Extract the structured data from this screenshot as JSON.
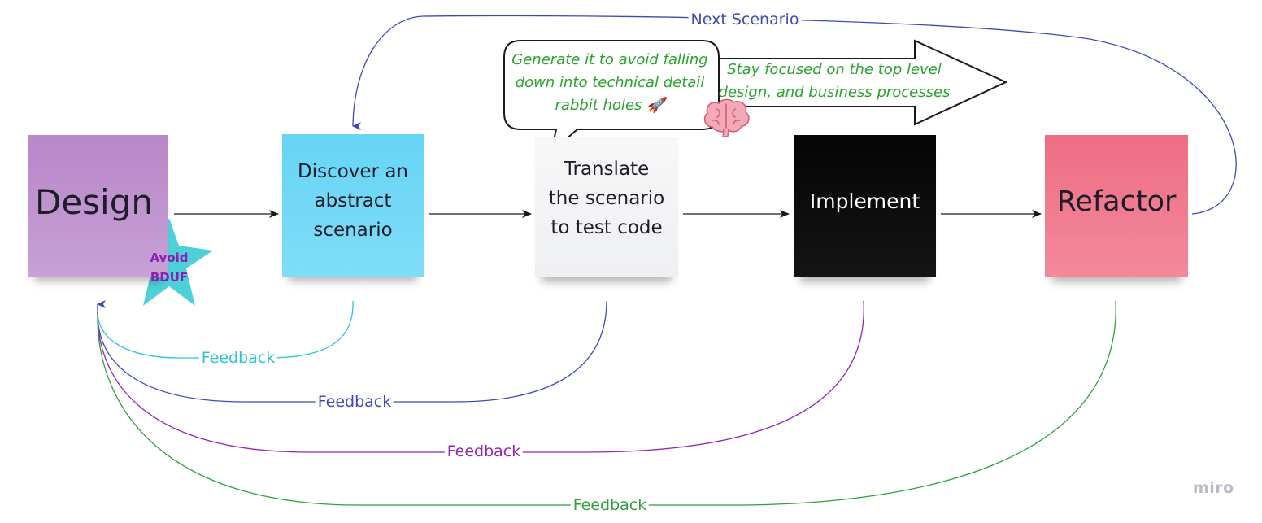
{
  "nodes": {
    "design": "Design",
    "discover": "Discover an abstract scenario",
    "translate": "Translate the scenario to test code",
    "implement": "Implement",
    "refactor": "Refactor"
  },
  "star_label": "Avoid BDUF",
  "speech_bubble": "Generate it to avoid falling down into technical detail rabbit holes 🚀",
  "arrow_note": "Stay focused on the top level design, and business processes",
  "next_scenario_label": "Next Scenario",
  "feedback": [
    {
      "label": "Feedback",
      "color": "#2bc4d6"
    },
    {
      "label": "Feedback",
      "color": "#3f4bb5"
    },
    {
      "label": "Feedback",
      "color": "#9625ae"
    },
    {
      "label": "Feedback",
      "color": "#2ea13a"
    }
  ],
  "colors": {
    "next_scenario": "#3f4bb5",
    "note_text": "#29a32b",
    "star": "#4ed0d8",
    "star_text": "#8a1fb3"
  },
  "icons": {
    "brain": "brain-icon",
    "rocket": "rocket-emoji"
  },
  "watermark": "miro"
}
